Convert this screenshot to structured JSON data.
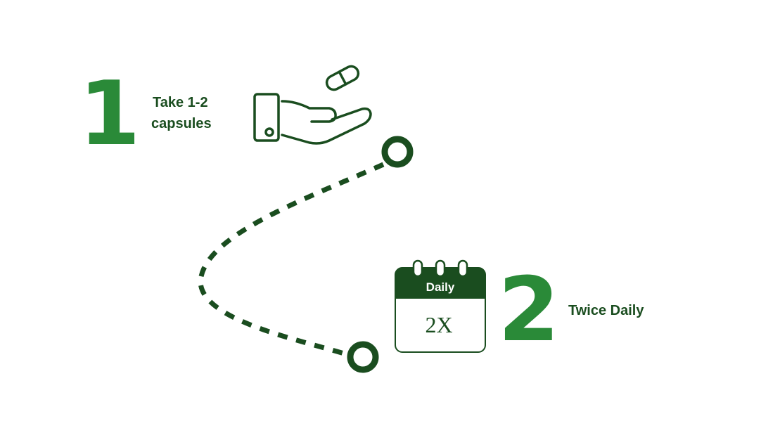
{
  "colors": {
    "accent": "#2a8a38",
    "dark": "#1a4d1f"
  },
  "steps": [
    {
      "number": "1",
      "line1": "Take 1-2",
      "line2": "capsules",
      "icon": "hand-with-capsule-icon"
    },
    {
      "number": "2",
      "label": "Twice Daily",
      "icon": "calendar-icon",
      "calendar_header": "Daily",
      "calendar_value": "2X"
    }
  ]
}
